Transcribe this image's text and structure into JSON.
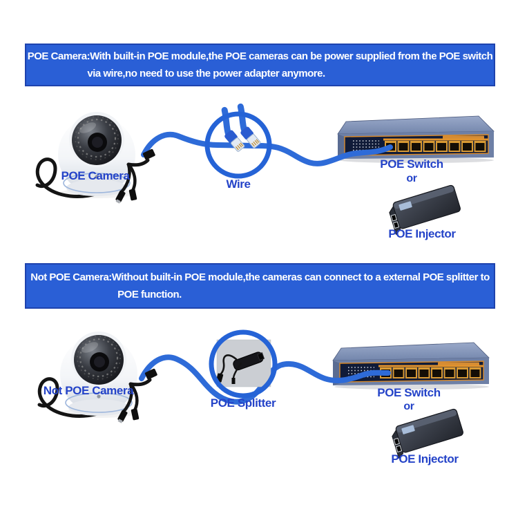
{
  "colors": {
    "banner_bg": "#2a5fd6",
    "banner_border": "#1e43ae",
    "banner_text": "#ffffff",
    "label_text": "#2443c8",
    "cable_blue": "#2e6bd8",
    "circle_blue": "#2563d6"
  },
  "banner_poe": {
    "line1": "POE Camera:With built-in POE module,the POE cameras can be power supplied from the POE switch",
    "line2": "via wire,no need to use the power adapter anymore."
  },
  "banner_not_poe": {
    "line1": "Not POE Camera:Without built-in POE module,the cameras can connect to a external POE splitter to",
    "line2": "POE function."
  },
  "section_poe": {
    "camera_label": "POE Camera",
    "wire_label": "Wire",
    "switch_label": "POE Switch",
    "or_label": "or",
    "injector_label": "POE Injector"
  },
  "section_not_poe": {
    "camera_label": "Not POE Camera",
    "splitter_label": "POE Splitter",
    "switch_label": "POE Switch",
    "or_label": "or",
    "injector_label": "POE Injector"
  }
}
